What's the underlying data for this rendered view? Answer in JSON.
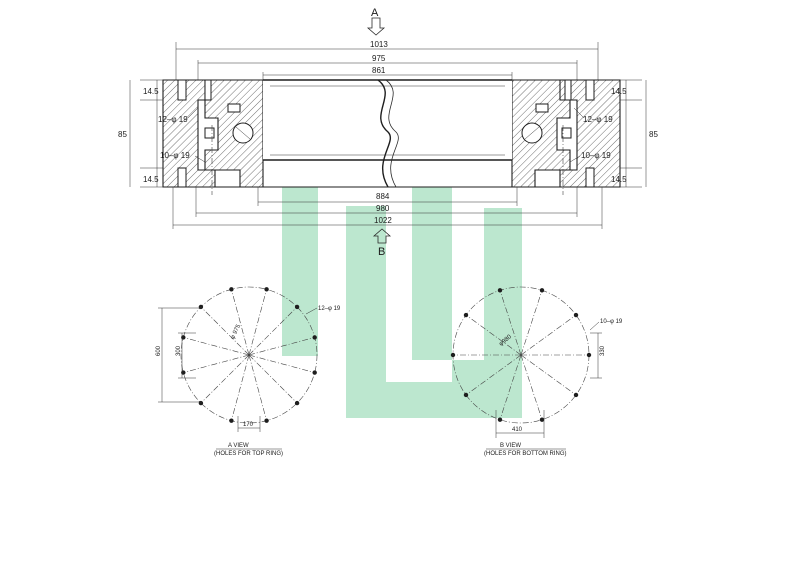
{
  "views": {
    "arrow_a": "A",
    "arrow_b": "B"
  },
  "dimensions": {
    "d1013": "1013",
    "d975": "975",
    "d861": "861",
    "d884": "884",
    "d980": "980",
    "d1022": "1022",
    "h145_tl": "14.5",
    "h145_bl": "14.5",
    "h145_tr": "14.5",
    "h145_br": "14.5",
    "h85_left": "85",
    "h85_right": "85",
    "holes_top_left": "12–φ 19",
    "holes_bot_left": "10–φ 19",
    "holes_top_right": "12–φ 19",
    "holes_bot_right": "10–φ 19"
  },
  "view_a": {
    "holes": "12–φ 19",
    "pcd": "φ 975",
    "h600": "600",
    "h300": "300",
    "w170": "170",
    "title": "A VIEW",
    "subtitle": "(HOLES FOR TOP RING)"
  },
  "view_b": {
    "holes": "10–φ 19",
    "pcd": "φ980",
    "h330": "330",
    "w410": "410",
    "title": "B VIEW",
    "subtitle": "(HOLES FOR BOTTOM RING)"
  },
  "colors": {
    "watermark": "#b8e6cc",
    "line": "#1e1e1e"
  }
}
